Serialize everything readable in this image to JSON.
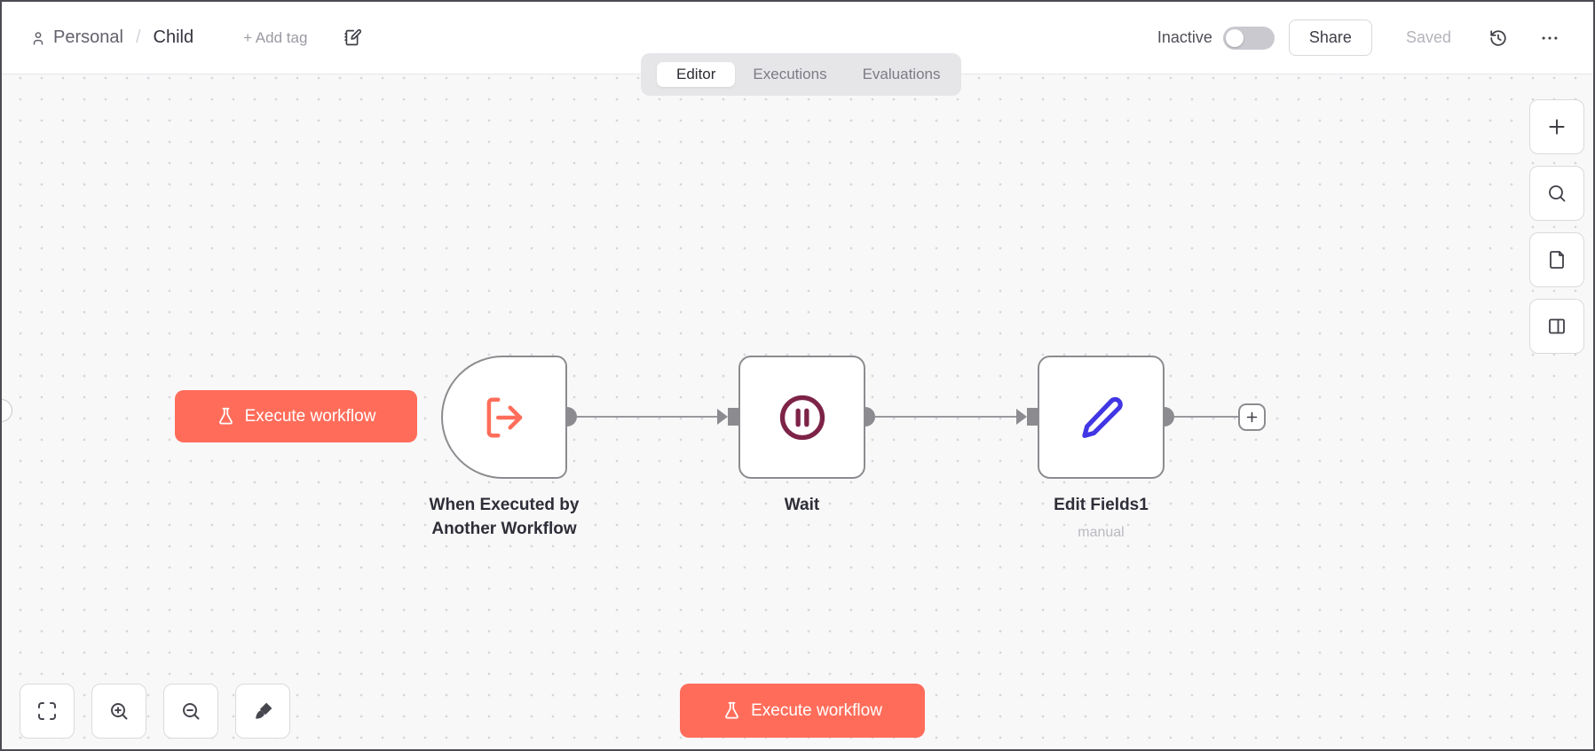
{
  "header": {
    "breadcrumb": {
      "project": "Personal",
      "separator": "/",
      "workflow": "Child"
    },
    "add_tag": "+ Add tag",
    "status": "Inactive",
    "active_toggle_state": "off",
    "share": "Share",
    "saved": "Saved"
  },
  "tabs": {
    "editor": "Editor",
    "executions": "Executions",
    "evaluations": "Evaluations",
    "active_tab": "Editor"
  },
  "canvas": {
    "execute_button": "Execute workflow",
    "bottom_execute_button": "Execute workflow",
    "nodes": [
      {
        "name": "When Executed by Another Workflow",
        "type": "execute-workflow-trigger",
        "icon": "log-out-arrow-icon",
        "icon_color": "#ff6d5a"
      },
      {
        "name": "Wait",
        "type": "wait",
        "icon": "pause-circle-icon",
        "icon_color": "#7d2348"
      },
      {
        "name": "Edit Fields1",
        "subtitle": "manual",
        "type": "edit-fields",
        "icon": "pen-icon",
        "icon_color": "#4136e4"
      }
    ]
  },
  "icons": {
    "header": [
      "user-icon",
      "notebook-pen-icon",
      "history-icon",
      "more-ellipsis-icon"
    ],
    "canvas_controls": [
      "fit-view-icon",
      "zoom-in-icon",
      "zoom-out-icon",
      "tidy-broom-icon"
    ],
    "side_panel": [
      "plus-icon",
      "search-icon",
      "sticky-note-icon",
      "panel-right-icon"
    ],
    "buttons": [
      "flask-icon",
      "plus-icon"
    ]
  },
  "colors": {
    "accent": "#ff6d5a",
    "wait_icon": "#7d2348",
    "pen_icon": "#4136e4",
    "node_border": "#8c8c90",
    "connector": "#9a9a9e",
    "canvas_bg": "#f8f8f9",
    "tabbar_bg": "#e6e6e9"
  }
}
